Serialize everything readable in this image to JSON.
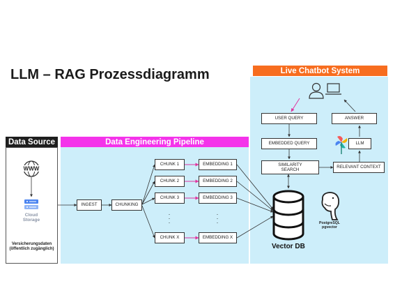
{
  "title": "LLM – RAG Prozessdiagramm",
  "data_source": {
    "header": "Data Source",
    "cloud_label": "Cloud Storage",
    "caption": "Versicherungsdaten (öffentlich zugänglich)",
    "www_icon": "www-globe-icon",
    "cloud_icon": "cloud-storage-icon"
  },
  "pipeline": {
    "header": "Data Engineering Pipeline",
    "ingest": "INGEST",
    "chunking": "CHUNKING",
    "chunks": [
      "CHUNK 1",
      "CHUNK 2",
      "CHUNK 3",
      "CHUNK X"
    ],
    "embeddings": [
      "EMBEDDING 1",
      "EMBEDDING 2",
      "EMBEDDING 3",
      "EMBEDDING X"
    ]
  },
  "chatbot": {
    "header": "Live Chatbot System",
    "user_query": "USER QUERY",
    "embedded_query": "EMBEDDED QUERY",
    "similarity_search": "SIMILARITY SEARCH",
    "answer": "ANSWER",
    "llm": "LLM",
    "relevant_context": "RELEVANT CONTEXT",
    "user_icon": "user-at-computer-icon",
    "llm_icon": "pinwheel-llm-icon"
  },
  "vector_db": {
    "label": "Vector DB",
    "postgres_label": "PostgreSQL pgvector",
    "db_icon": "database-icon",
    "postgres_icon": "postgresql-elephant-icon"
  },
  "colors": {
    "panel_background": "#cdeefa",
    "data_source_header": "#1e1e1e",
    "pipeline_header": "#f433ea",
    "chatbot_header": "#f76d1f",
    "highlight_arrow": "#e0349d"
  }
}
